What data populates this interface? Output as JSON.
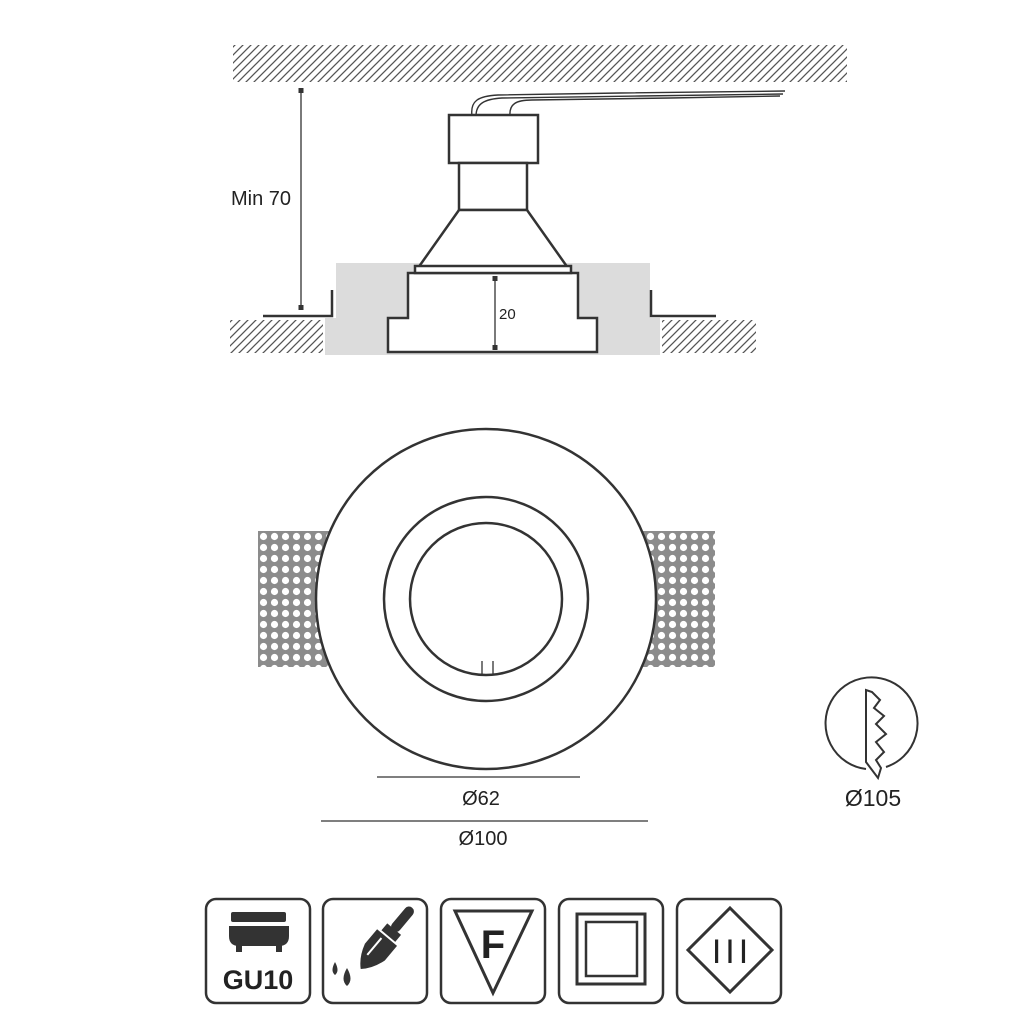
{
  "colors": {
    "line": "#333333",
    "plaster": "#dcdcdc",
    "perforation": "#8c8c8c"
  },
  "side_view": {
    "min_clearance_label": "Min 70",
    "recess_depth_label": "20"
  },
  "top_view": {
    "inner_diameter_label": "Ø62",
    "outer_diameter_label": "Ø100"
  },
  "cutout": {
    "icon": "hole-saw-icon",
    "diameter_label": "Ø105"
  },
  "badges": [
    {
      "icon": "gu10-lamp-icon",
      "label": "GU10"
    },
    {
      "icon": "paint-brush-icon"
    },
    {
      "icon": "f-mark-triangle-icon",
      "label": "F"
    },
    {
      "icon": "double-square-icon"
    },
    {
      "icon": "class-iii-diamond-icon",
      "label": "III"
    }
  ]
}
